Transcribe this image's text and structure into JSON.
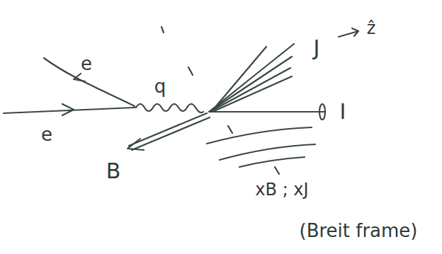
{
  "diagram": {
    "labels": [
      "e",
      "e",
      "q",
      "J",
      "ẑ",
      "I",
      "B",
      "xB ; xJ",
      "(Breit frame)"
    ]
  }
}
